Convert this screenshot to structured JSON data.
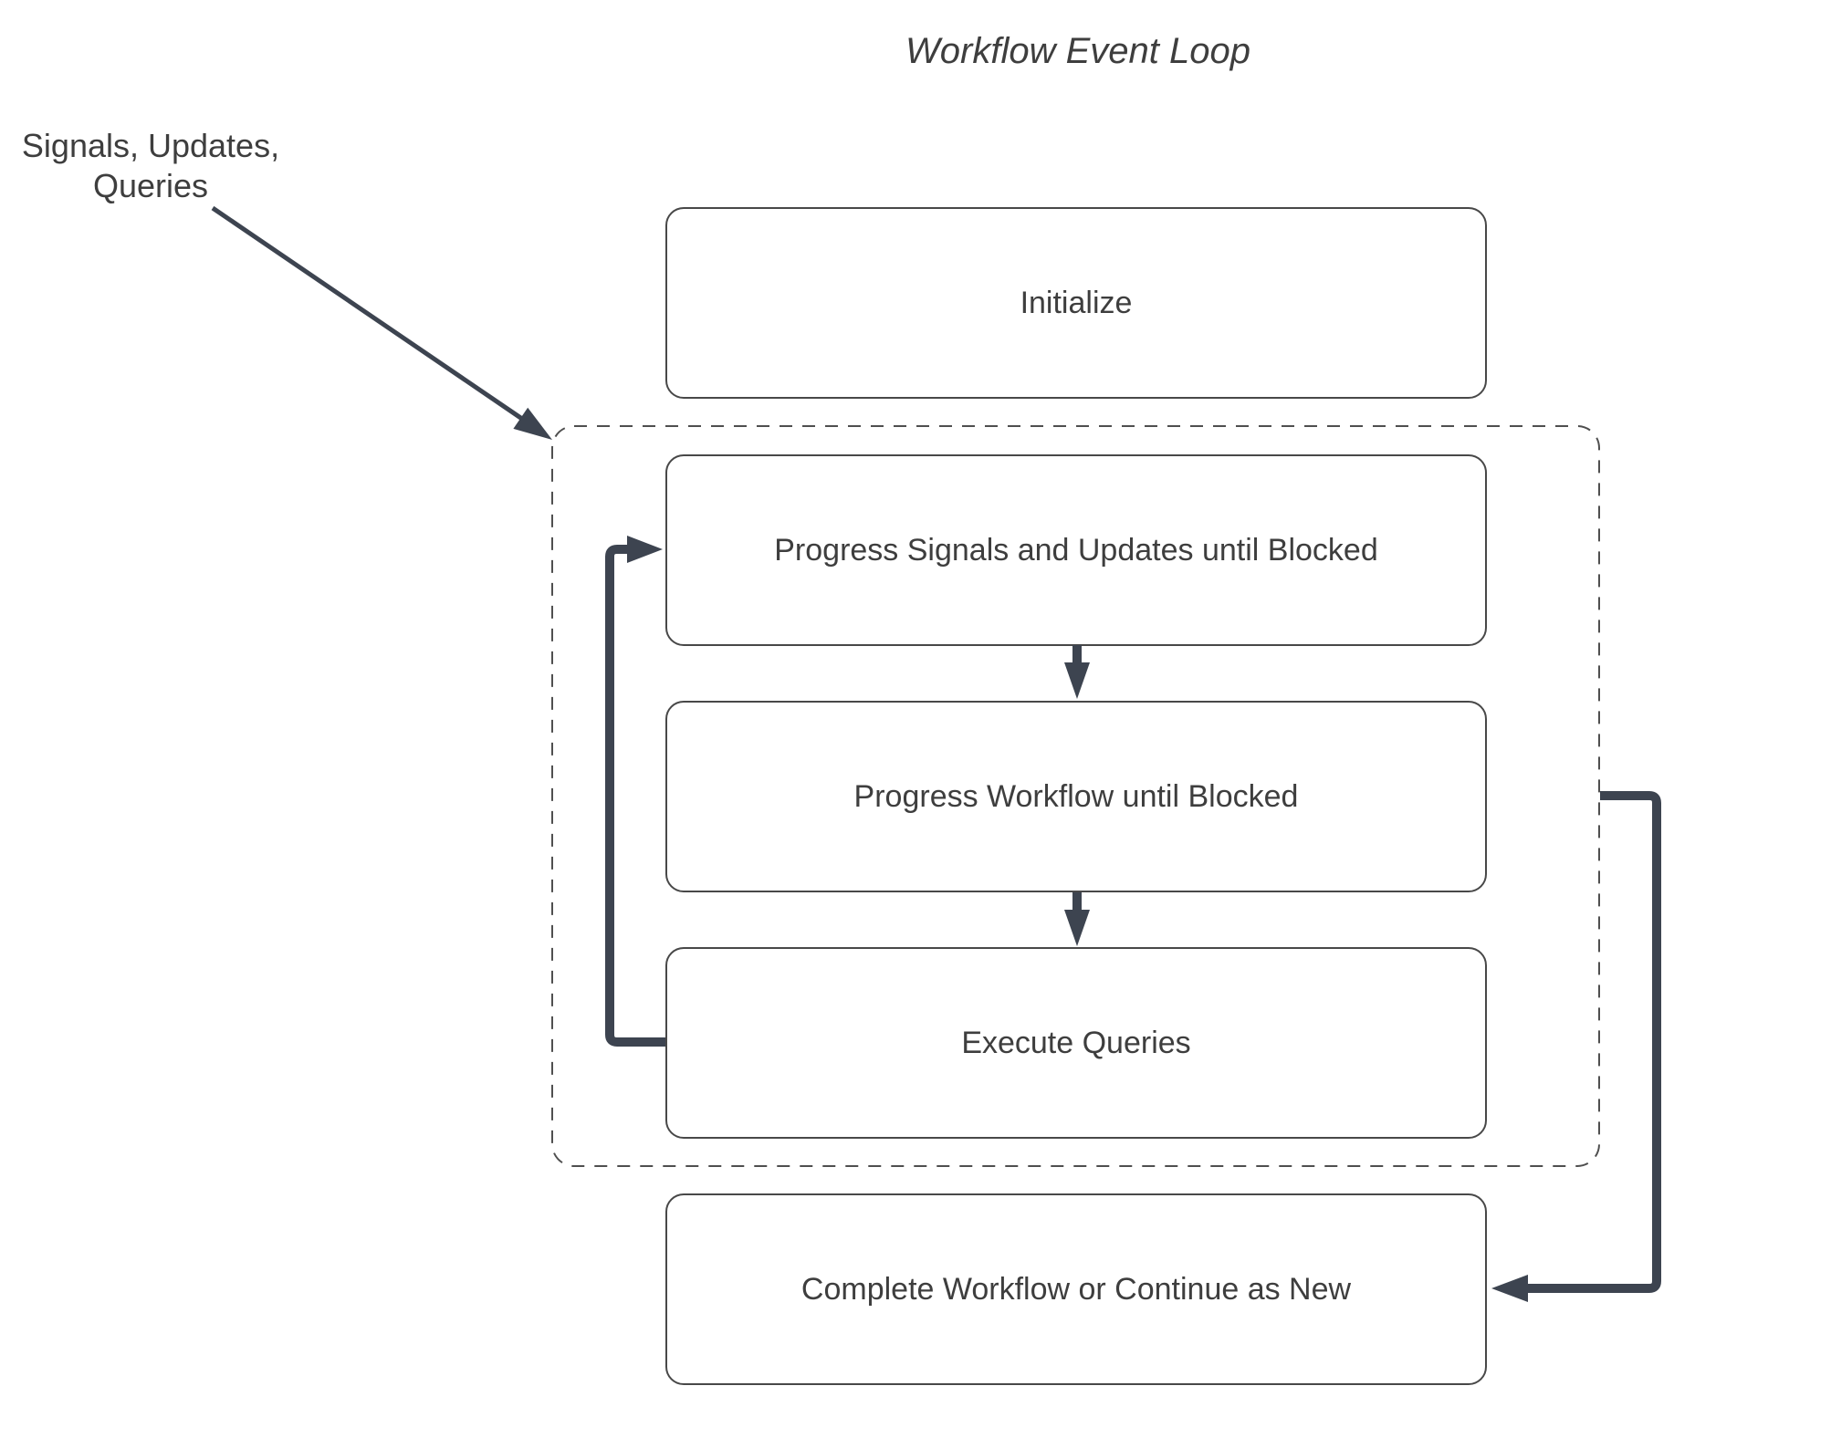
{
  "title": "Workflow Event Loop",
  "annotation": {
    "line1": "Signals, Updates,",
    "line2": "Queries"
  },
  "nodes": [
    {
      "id": "initialize",
      "label": "Initialize"
    },
    {
      "id": "progress-signals",
      "label": "Progress Signals and Updates until Blocked"
    },
    {
      "id": "progress-workflow",
      "label": "Progress Workflow until Blocked"
    },
    {
      "id": "execute-queries",
      "label": "Execute Queries"
    },
    {
      "id": "complete-workflow",
      "label": "Complete Workflow or Continue as New"
    }
  ],
  "colors": {
    "connector": "#3d4450",
    "node_border": "#484848",
    "dashed_border": "#4f4f4f",
    "text": "#3e3e3e",
    "background": "#ffffff"
  }
}
